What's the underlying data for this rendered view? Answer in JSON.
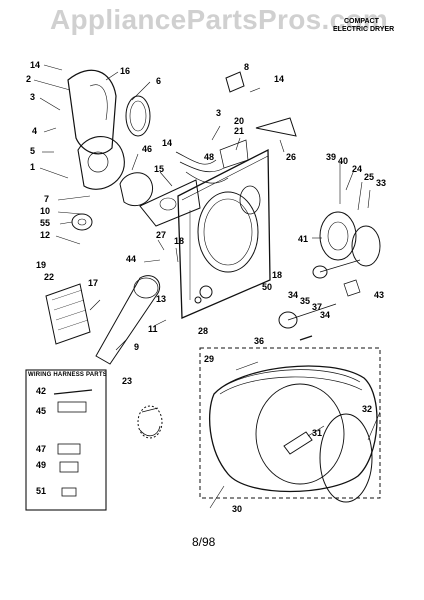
{
  "watermark": "AppliancePartsPros.com",
  "header": {
    "line1": "COMPACT",
    "line2": "ELECTRIC DRYER"
  },
  "harness_box_title": "WIRING HARNESS PARTS",
  "footer_date": "8/98",
  "callouts": [
    "14",
    "16",
    "2",
    "6",
    "3",
    "4",
    "5",
    "1",
    "7",
    "10",
    "55",
    "12",
    "19",
    "22",
    "17",
    "8",
    "14",
    "3",
    "20",
    "21",
    "48",
    "46",
    "14",
    "15",
    "26",
    "27",
    "18",
    "44",
    "9",
    "13",
    "11",
    "23",
    "39",
    "40",
    "24",
    "25",
    "33",
    "41",
    "43",
    "18",
    "50",
    "34",
    "35",
    "37",
    "34",
    "36",
    "28",
    "29",
    "32",
    "31",
    "30",
    "42",
    "45",
    "47",
    "49",
    "51"
  ]
}
